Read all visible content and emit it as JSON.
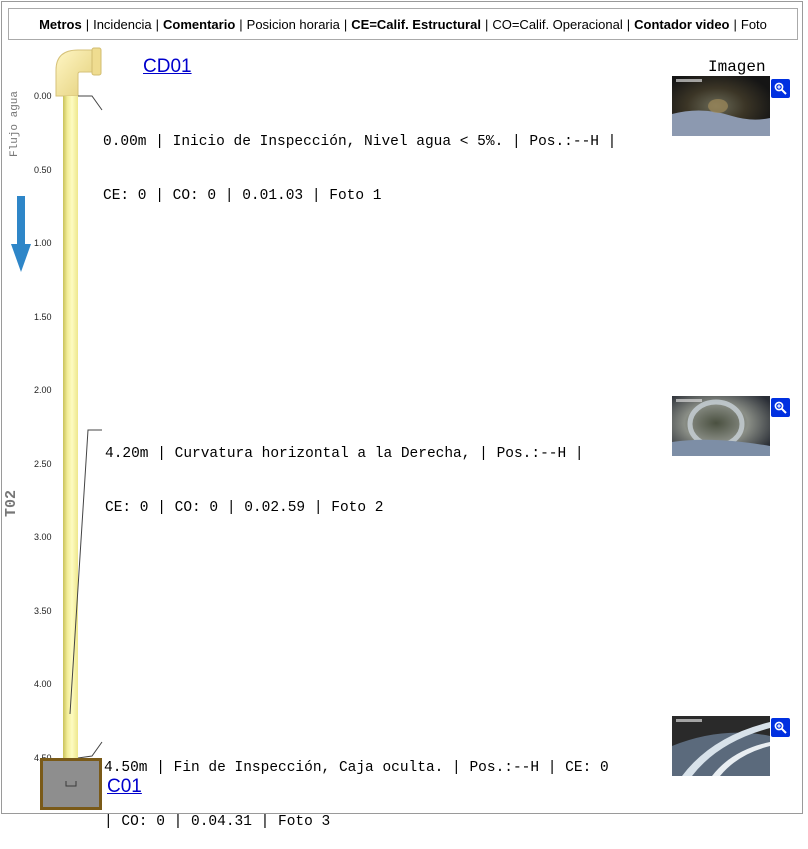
{
  "legend": {
    "metros": "Metros",
    "incidencia": "Incidencia",
    "comentario": "Comentario",
    "posicion": "Posicion horaria",
    "ce": "CE=Calif. Estructural",
    "co": "CO=Calif. Operacional",
    "contador": "Contador video",
    "foto": "Foto",
    "separator": "|"
  },
  "start_node": "CD01",
  "end_node": "C01",
  "image_column_title": "Imagen",
  "flow_label": "Flujo agua",
  "section_label": "T02",
  "scale": [
    "0.00",
    "0.50",
    "1.00",
    "1.50",
    "2.00",
    "2.50",
    "3.00",
    "3.50",
    "4.00",
    "4.50"
  ],
  "observations": [
    {
      "line1": "0.00m | Inicio de Inspección, Nivel agua < 5%. | Pos.:--H |",
      "line2": "CE: 0 | CO: 0 | 0.01.03 | Foto 1",
      "distance_m": 0.0
    },
    {
      "line1": "4.20m | Curvatura horizontal a la Derecha, | Pos.:--H |",
      "line2": "CE: 0 | CO: 0 | 0.02.59 | Foto 2",
      "distance_m": 4.2
    },
    {
      "line1": "4.50m | Fin de Inspección, Caja oculta. | Pos.:--H | CE: 0",
      "line2": "| CO: 0 | 0.04.31 | Foto 3",
      "distance_m": 4.5
    }
  ],
  "colors": {
    "pipe": "#f3ee9a",
    "link": "#0000cc",
    "zoom_button": "#0030e0",
    "flow_arrow": "#2e86c8",
    "manhole_frame": "#7a5a18"
  },
  "icons": {
    "zoom": "magnifier-plus-icon",
    "flow": "down-arrow-icon",
    "start": "pipe-elbow-icon",
    "end": "manhole-icon"
  }
}
